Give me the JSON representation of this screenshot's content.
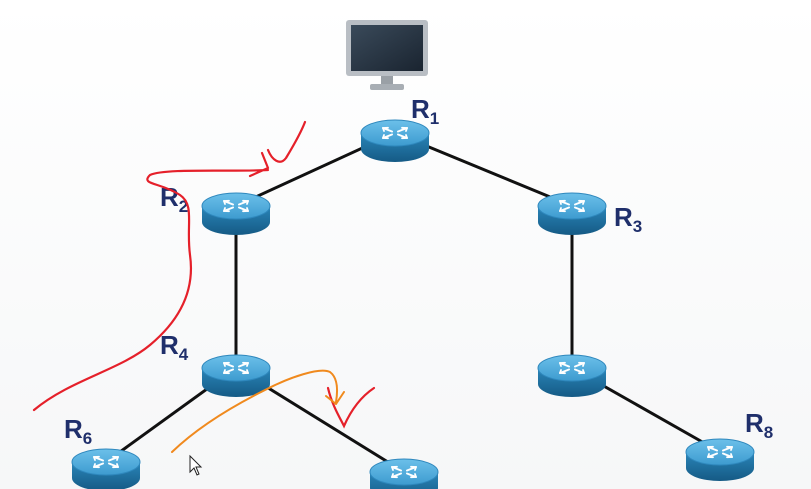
{
  "diagram": {
    "routers": [
      {
        "id": "r1",
        "label_main": "R",
        "label_sub": "1"
      },
      {
        "id": "r2",
        "label_main": "R",
        "label_sub": "2"
      },
      {
        "id": "r3",
        "label_main": "R",
        "label_sub": "3"
      },
      {
        "id": "r4",
        "label_main": "R",
        "label_sub": "4"
      },
      {
        "id": "r5",
        "label_main": "",
        "label_sub": ""
      },
      {
        "id": "r6",
        "label_main": "R",
        "label_sub": "6"
      },
      {
        "id": "r7",
        "label_main": "",
        "label_sub": ""
      },
      {
        "id": "r8",
        "label_main": "R",
        "label_sub": "8"
      }
    ],
    "links": [
      [
        "r1",
        "r2"
      ],
      [
        "r1",
        "r3"
      ],
      [
        "r2",
        "r4"
      ],
      [
        "r3",
        "r5"
      ],
      [
        "r4",
        "r6"
      ],
      [
        "r4",
        "r7"
      ],
      [
        "r5",
        "r8"
      ]
    ],
    "host": {
      "icon": "monitor-icon",
      "attached_to": "r1"
    },
    "annotations": {
      "red_pen_color": "#e5202a",
      "orange_pen_color": "#f08a1e"
    },
    "colors": {
      "router_top": "#4aa8d8",
      "router_side": "#1d6e9e",
      "link": "#111111",
      "label": "#1f2f6b"
    }
  }
}
